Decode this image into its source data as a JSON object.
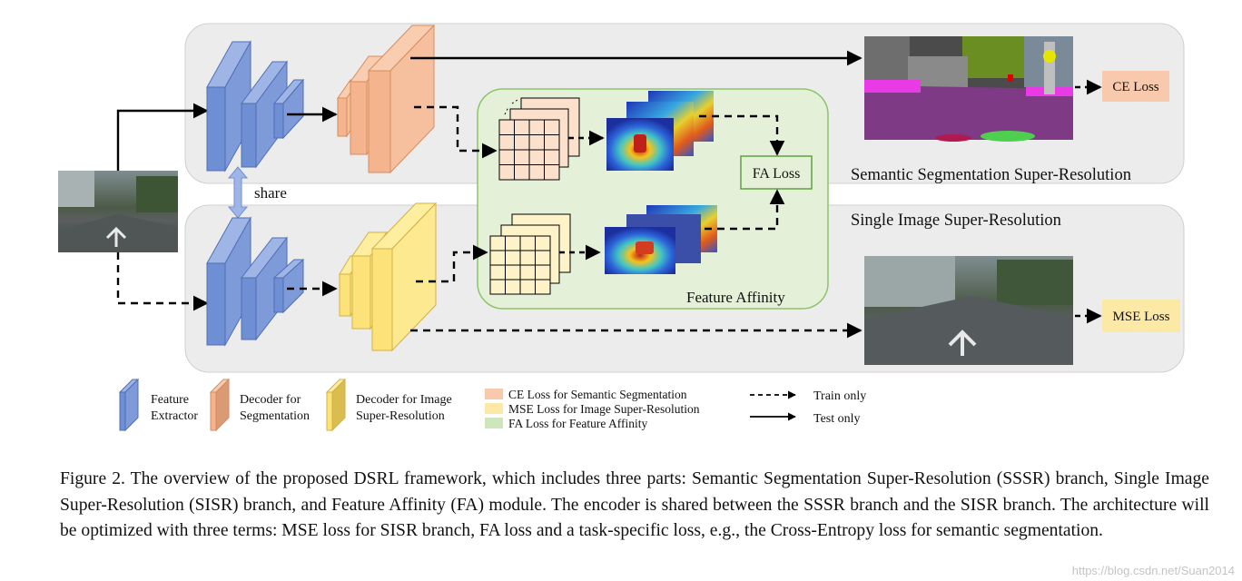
{
  "labels": {
    "share": "share",
    "sssr_title": "Semantic Segmentation Super-Resolution",
    "sisr_title": "Single Image Super-Resolution",
    "feature_affinity": "Feature Affinity",
    "fa_loss": "FA Loss",
    "ce_loss": "CE Loss",
    "mse_loss": "MSE Loss"
  },
  "legend": {
    "feature_extractor": [
      "Feature",
      "Extractor"
    ],
    "decoder_segmentation": [
      "Decoder for",
      "Segmentation"
    ],
    "decoder_sr": [
      "Decoder for Image",
      "Super-Resolution"
    ],
    "ce_loss_desc": "CE Loss for Semantic Segmentation",
    "mse_loss_desc": "MSE Loss for Image Super-Resolution",
    "fa_loss_desc": "FA Loss for Feature Affinity",
    "train_only": "Train only",
    "test_only": "Test only"
  },
  "colors": {
    "extractor": "#6f8fd4",
    "decoder_seg": "#f3b48e",
    "decoder_sr": "#fde27a",
    "ce_box": "#f8c9ac",
    "mse_box": "#fce9a6",
    "fa_panel": "#e4f1d8",
    "fa_border": "#8cc46c",
    "branch_bg": "#ececec"
  },
  "caption": "Figure 2. The overview of the proposed DSRL framework, which includes three parts: Semantic Segmentation Super-Resolution (SSSR) branch, Single Image Super-Resolution (SISR) branch, and Feature Affinity (FA) module. The encoder is shared between the SSSR branch and the SISR branch. The architecture will be optimized with three terms: MSE loss for SISR branch, FA loss and a task-specific loss, e.g., the Cross-Entropy loss for semantic segmentation.",
  "watermark": "https://blog.csdn.net/Suan2014"
}
